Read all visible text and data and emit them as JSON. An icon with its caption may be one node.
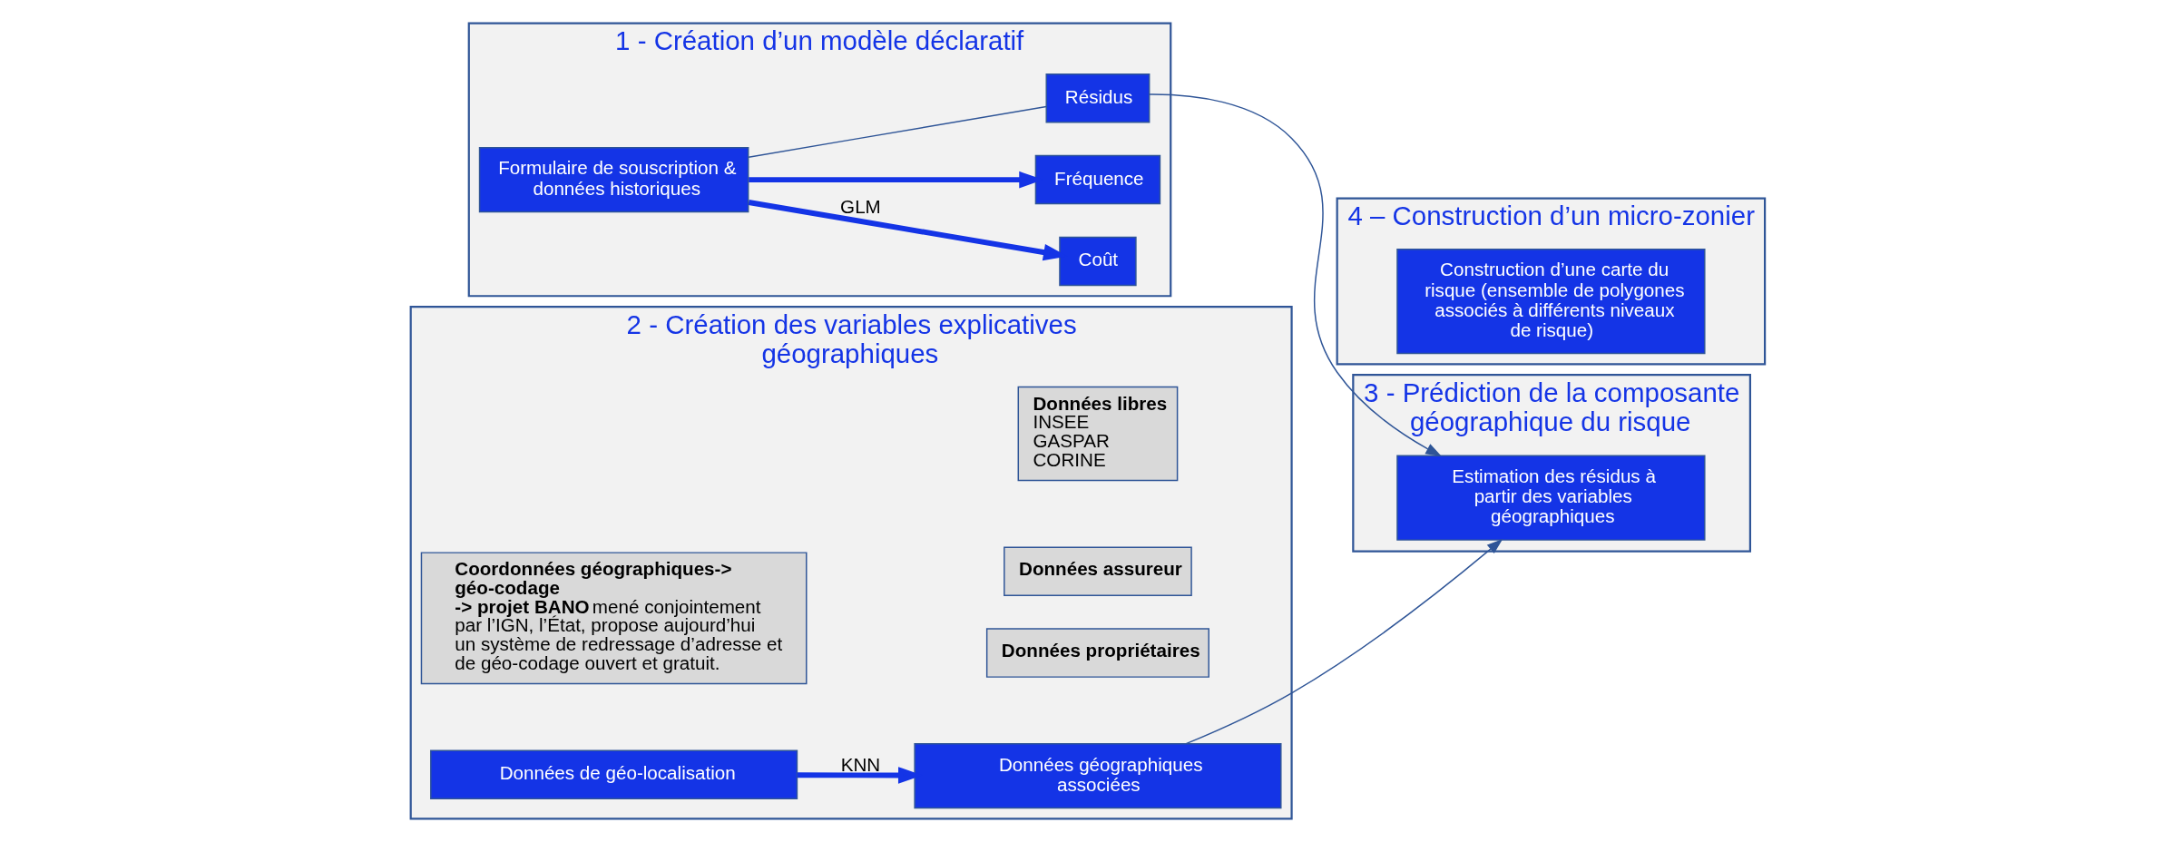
{
  "diagram": {
    "nodes": [
      {
        "text": [
          "1 - Création d’un modèle déclaratif"
        ]
      },
      {
        "text": [
          "Formulaire de souscription & données historiques"
        ],
        "in": 0
      },
      {
        "text": [
          "Coût"
        ],
        "in": 0
      },
      {
        "text": [
          "Fréquence"
        ],
        "in": 0
      },
      {
        "text": [
          "Résidus"
        ],
        "in": 0
      },
      {
        "text": [
          "2 - Création des variables explicatives géographiques"
        ]
      },
      {
        "text": [
          "Données de géo-localisation"
        ],
        "in": 5
      },
      {
        "text": [
          "**Coordonnées géographiques-> géo-codage**",
          "**-> projet BANO** mené conjointement par l’IGN, l’État, propose aujourd’hui un système de redressage d’adresse et de géo-codage ouvert et gratuit."
        ],
        "in": 5
      },
      {
        "text": [
          "Données géographiques associées"
        ],
        "in": 5
      },
      {
        "text": [
          "**Données assureur**"
        ],
        "in": 5
      },
      {
        "text": [
          "**Données libres**",
          "INSEE",
          "GASPAR",
          "CORINE"
        ],
        "in": 5
      },
      {
        "text": [
          "**Données propriétaires**"
        ],
        "in": 5
      },
      {
        "text": [
          "3 - Prédiction de la composante géographique du risque"
        ]
      },
      {
        "text": [
          "Estimation des résidus à partir des variables géographiques"
        ],
        "in": 12
      },
      {
        "text": [
          "4 – Construction d’un micro-zonier"
        ]
      },
      {
        "text": [
          "Construction d’une carte du risque (ensemble de polygones associés à différents niveaux de risque)"
        ],
        "in": 14
      }
    ],
    "edges": [
      {
        "from": 1,
        "to": 2,
        "arrow": "to",
        "label": "GLM",
        "style": "thick"
      },
      {
        "from": 1,
        "to": 3,
        "arrow": "to",
        "style": "thick"
      },
      {
        "from": 1,
        "to": 4,
        "arrow": "none"
      },
      {
        "from": 6,
        "to": 8,
        "arrow": "to",
        "label": "KNN",
        "style": "thick"
      },
      {
        "from": 4,
        "to": 13,
        "arrow": "to"
      },
      {
        "from": 8,
        "to": 13,
        "arrow": "to"
      }
    ]
  }
}
